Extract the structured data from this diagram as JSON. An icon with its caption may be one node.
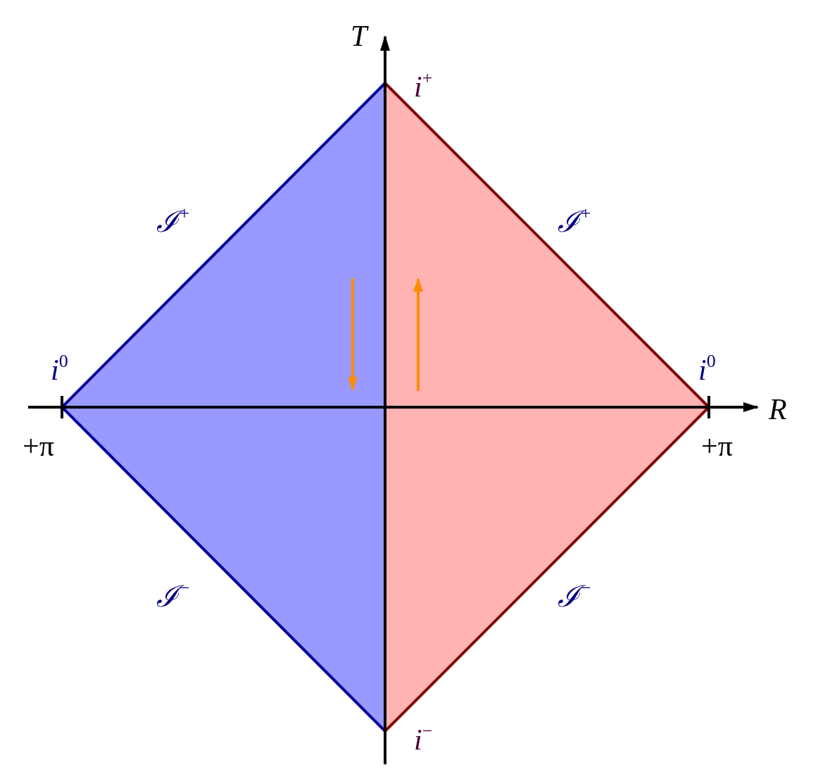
{
  "diagram": {
    "labels": [
      "T",
      "*i*$^{+}$",
      "ℐ$^{+}$",
      "ℐ$^{+}$",
      "*i*$^{0}$",
      "*i*$^{0}$",
      "R",
      "+π",
      "+π",
      "ℐ$^{−}$",
      "ℐ$^{−}$",
      "*i*$^{−}$"
    ]
  }
}
